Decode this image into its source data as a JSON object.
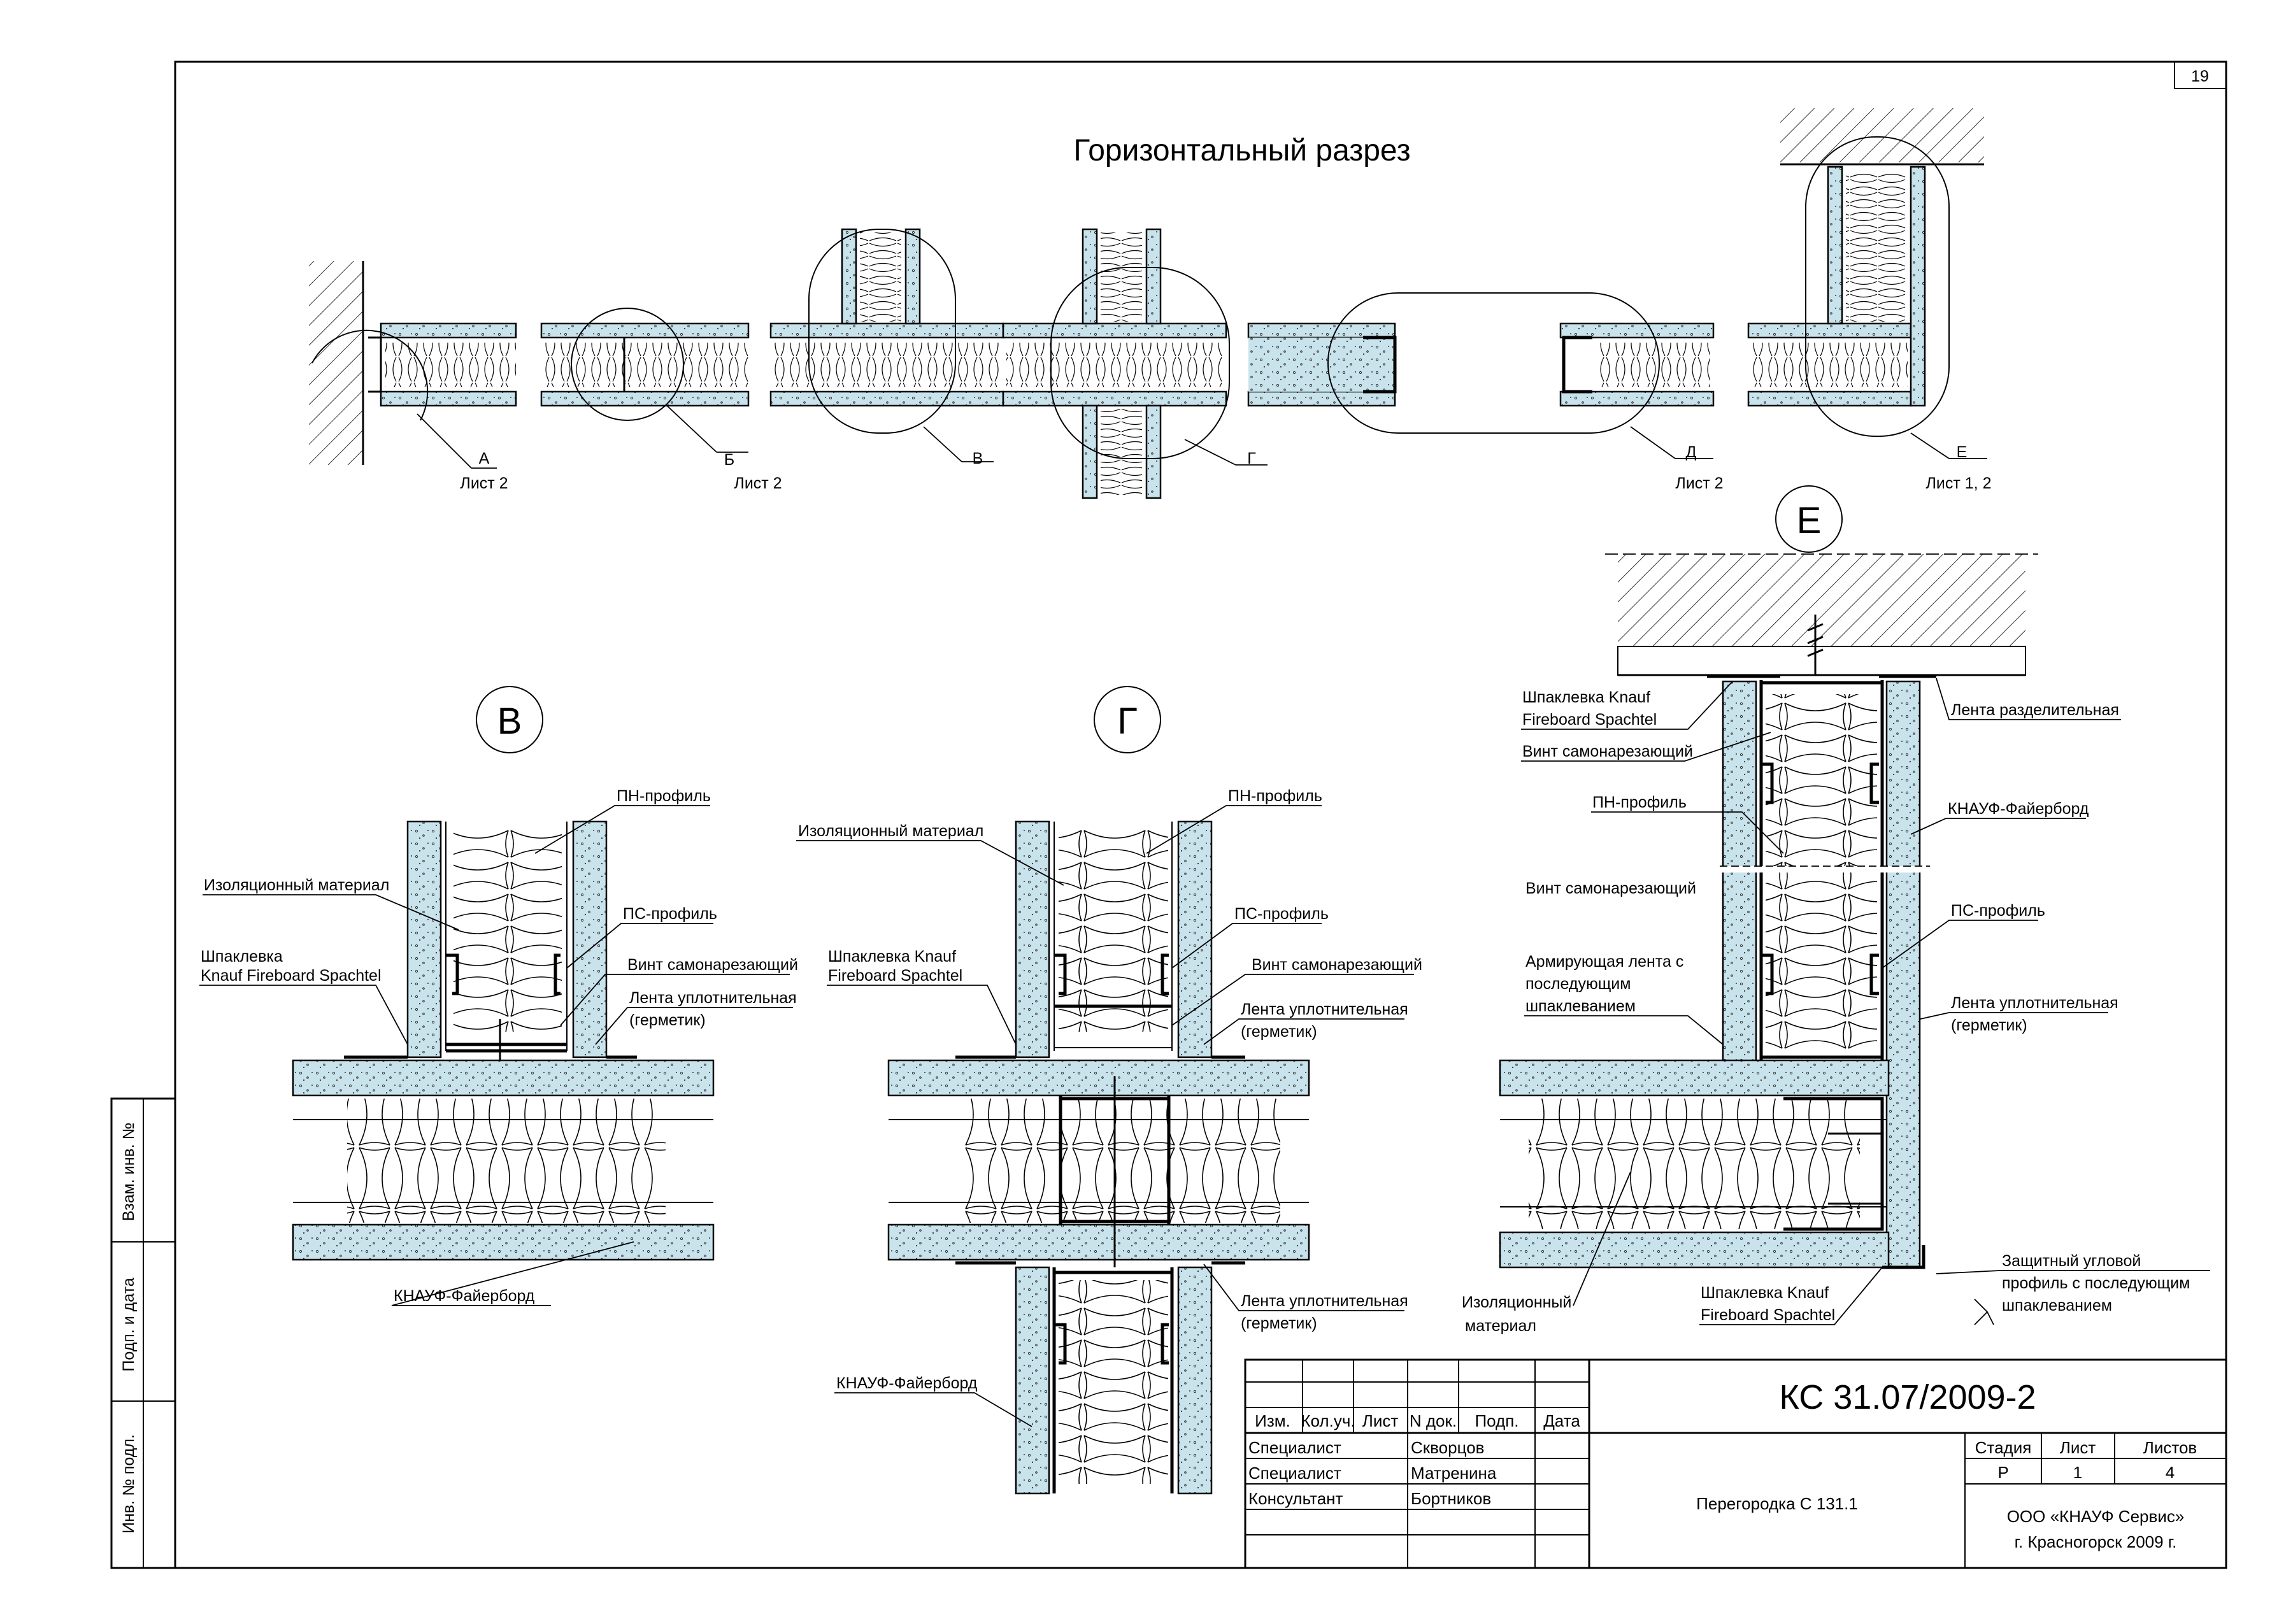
{
  "sheet": {
    "page_number": "19",
    "title": "Горизонтальный разрез"
  },
  "overview": {
    "callouts": [
      {
        "letter": "А",
        "sheet_ref": "Лист 2"
      },
      {
        "letter": "Б",
        "sheet_ref": "Лист 2"
      },
      {
        "letter": "В",
        "sheet_ref": ""
      },
      {
        "letter": "Г",
        "sheet_ref": ""
      },
      {
        "letter": "Д",
        "sheet_ref": "Лист 2"
      },
      {
        "letter": "Е",
        "sheet_ref": "Лист 1, 2"
      }
    ]
  },
  "details": {
    "v": {
      "title": "В",
      "labels": {
        "pn_profile": "ПН-профиль",
        "insulation": "Изоляционный материал",
        "ps_profile": "ПС-профиль",
        "spackle_1": "Шпаклевка",
        "spackle_2": "Knauf Fireboard Spachtel",
        "screw": "Винт самонарезающий",
        "tape_1": "Лента уплотнительная",
        "tape_2": "(герметик)",
        "board": "КНАУФ-Файерборд"
      }
    },
    "g": {
      "title": "Г",
      "labels": {
        "pn_profile": "ПН-профиль",
        "insulation": "Изоляционный материал",
        "ps_profile": "ПС-профиль",
        "spackle_1": "Шпаклевка Knauf",
        "spackle_2": "Fireboard Spachtel",
        "screw": "Винт самонарезающий",
        "tape_top_1": "Лента уплотнительная",
        "tape_top_2": "(герметик)",
        "tape_bot_1": "Лента уплотнительная",
        "tape_bot_2": "(герметик)",
        "board": "КНАУФ-Файерборд"
      }
    },
    "e": {
      "title": "Е",
      "labels": {
        "spackle_top_1": "Шпаклевка Knauf",
        "spackle_top_2": "Fireboard Spachtel",
        "separating_tape": "Лента разделительная",
        "screw_1": "Винт самонарезающий",
        "pn_profile": "ПН-профиль",
        "board": "КНАУФ-Файерборд",
        "screw_2": "Винт самонарезающий",
        "ps_profile": "ПС-профиль",
        "reinf_1": "Армирующая лента с",
        "reinf_2": "последующим",
        "reinf_3": "шпаклеванием",
        "tape_1": "Лента уплотнительная",
        "tape_2": "(герметик)",
        "corner_1": "Защитный угловой",
        "corner_2": "профиль с последующим",
        "corner_3": "шпаклеванием",
        "spackle_bot_1": "Шпаклевка Knauf",
        "spackle_bot_2": "Fireboard Spachtel",
        "insulation_1": "Изоляционный",
        "insulation_2": "материал"
      }
    }
  },
  "side_stamp": {
    "f1": "Взам. инв. №",
    "f2": "Подп. и дата",
    "f3": "Инв. № подл."
  },
  "title_block": {
    "doc_code": "КС 31.07/2009-2",
    "headers": {
      "izm": "Изм.",
      "kol": "Кол.уч.",
      "list": "Лист",
      "ndok": "N док.",
      "podp": "Подп.",
      "data": "Дата"
    },
    "signatures": [
      {
        "role": "Специалист",
        "name": "Скворцов"
      },
      {
        "role": "Специалист",
        "name": "Матренина"
      },
      {
        "role": "Консультант",
        "name": "Бортников"
      }
    ],
    "name": "Перегородка С 131.1",
    "stage_label": "Стадия",
    "sheet_label": "Лист",
    "sheets_label": "Листов",
    "stage": "Р",
    "sheet": "1",
    "sheets": "4",
    "org_1": "ООО «КНАУФ Сервис»",
    "org_2": "г. Красногорск 2009 г."
  }
}
